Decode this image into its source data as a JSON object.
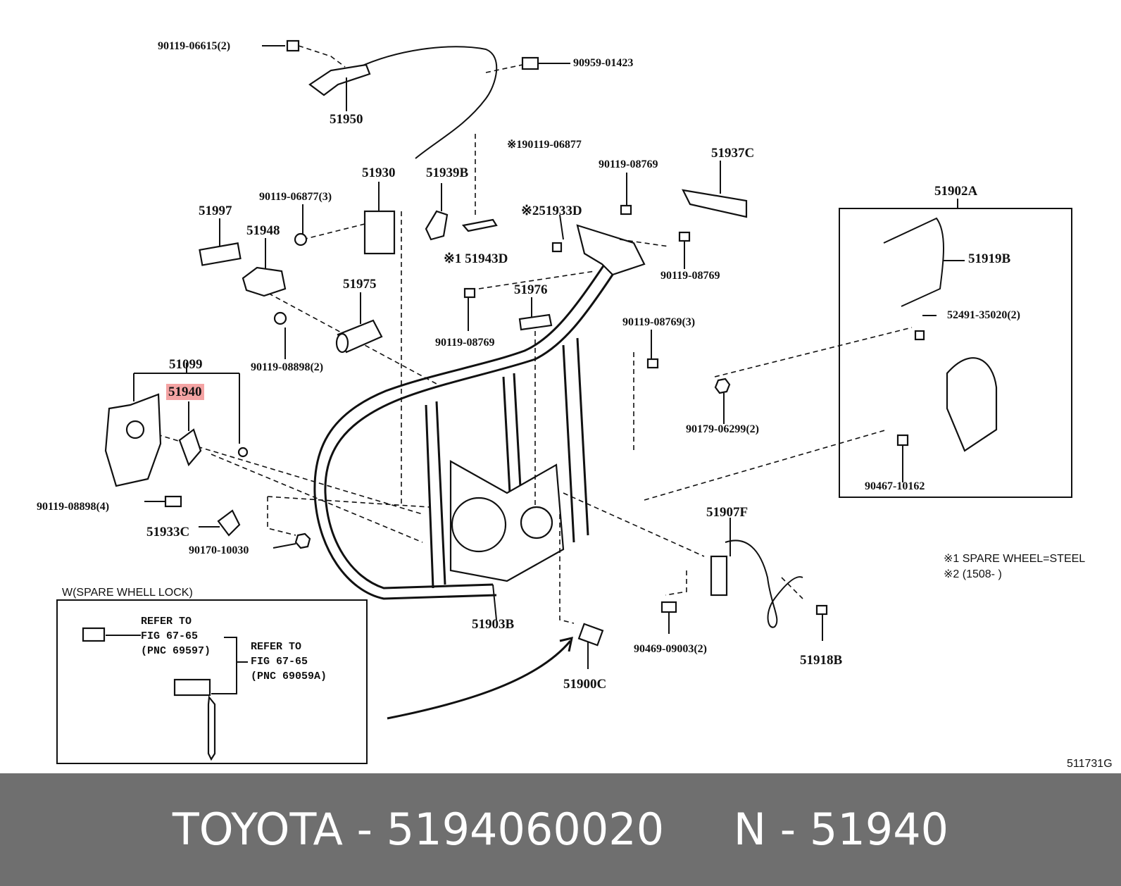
{
  "diagram": {
    "labels": {
      "p90119_06615": "90119-06615(2)",
      "p90959_01423": "90959-01423",
      "p51950": "51950",
      "p90119_06877_star": "※190119-06877",
      "p51937C": "51937C",
      "p51930": "51930",
      "p51939B": "51939B",
      "p90119_08769_a": "90119-08769",
      "p51902A": "51902A",
      "p90119_06877_3": "90119-06877(3)",
      "p51997": "51997",
      "p51933D": "※251933D",
      "p51948": "51948",
      "p51943D": "※1 51943D",
      "p90119_08769_b": "90119-08769",
      "p51919B": "51919B",
      "p51975": "51975",
      "p51976": "51976",
      "p52491_35020": "52491-35020(2)",
      "p90119_08769_3": "90119-08769(3)",
      "p90119_08769_c": "90119-08769",
      "p90119_08898_2": "90119-08898(2)",
      "p51099": "51099",
      "p51940": "51940",
      "p90179_06299": "90179-06299(2)",
      "p90467_10162": "90467-10162",
      "p90119_08898_4": "90119-08898(4)",
      "p51907F": "51907F",
      "p51933C": "51933C",
      "p90170_10030": "90170-10030",
      "p51903B": "51903B",
      "p90469_09003": "90469-09003(2)",
      "p51918B": "51918B",
      "p51900C": "51900C"
    },
    "notes": {
      "note1": "※1 SPARE WHEEL=STEEL",
      "note2": "※2 (1508-     )",
      "lock_box_title": "W(SPARE WHELL LOCK)",
      "refer1": "REFER TO\nFIG 67-65\n(PNC 69597)",
      "refer2": "REFER TO\nFIG 67-65\n(PNC 69059A)",
      "figure_code": "511731G"
    }
  },
  "footer": {
    "caption": "TOYOTA - 5194060020     N - 51940"
  }
}
